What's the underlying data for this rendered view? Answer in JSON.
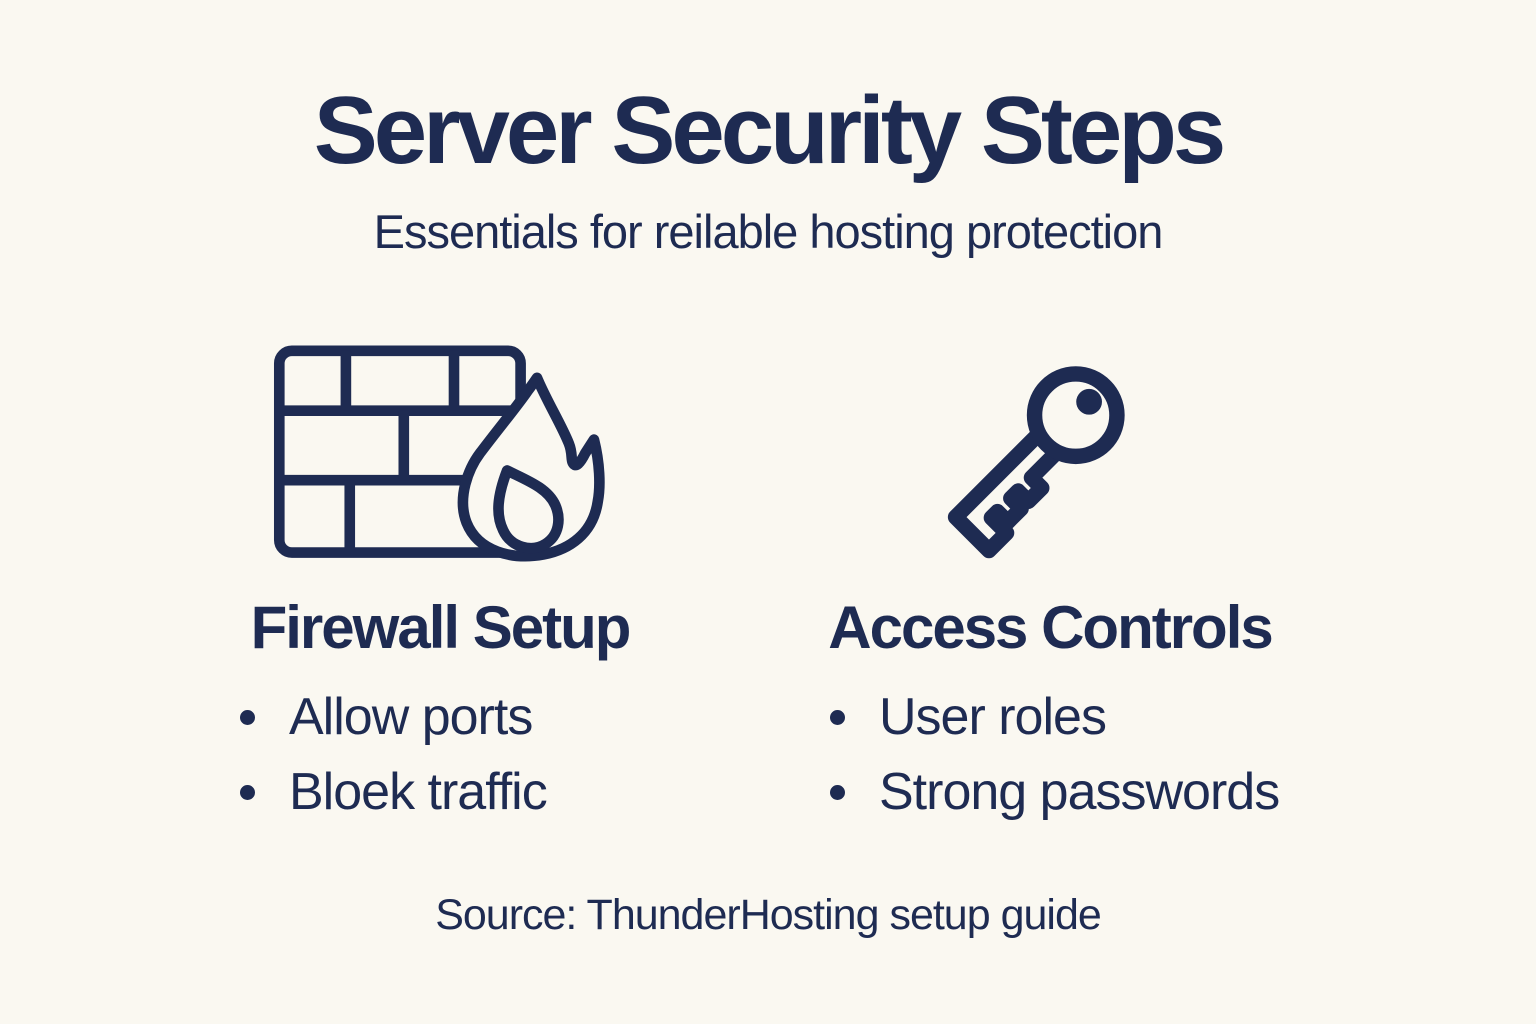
{
  "title": "Server Security Steps",
  "subtitle": "Essentials for reilable hosting protection",
  "colors": {
    "ink": "#1E2B52",
    "background": "#FAF8F1"
  },
  "columns": [
    {
      "icon": "firewall-icon",
      "heading": "Firewall Setup",
      "bullets": [
        "Allow ports",
        "Bloek traffic"
      ]
    },
    {
      "icon": "key-icon",
      "heading": "Access Controls",
      "bullets": [
        "User roles",
        "Strong passwords"
      ]
    }
  ],
  "source": "Source: ThunderHosting setup guide"
}
